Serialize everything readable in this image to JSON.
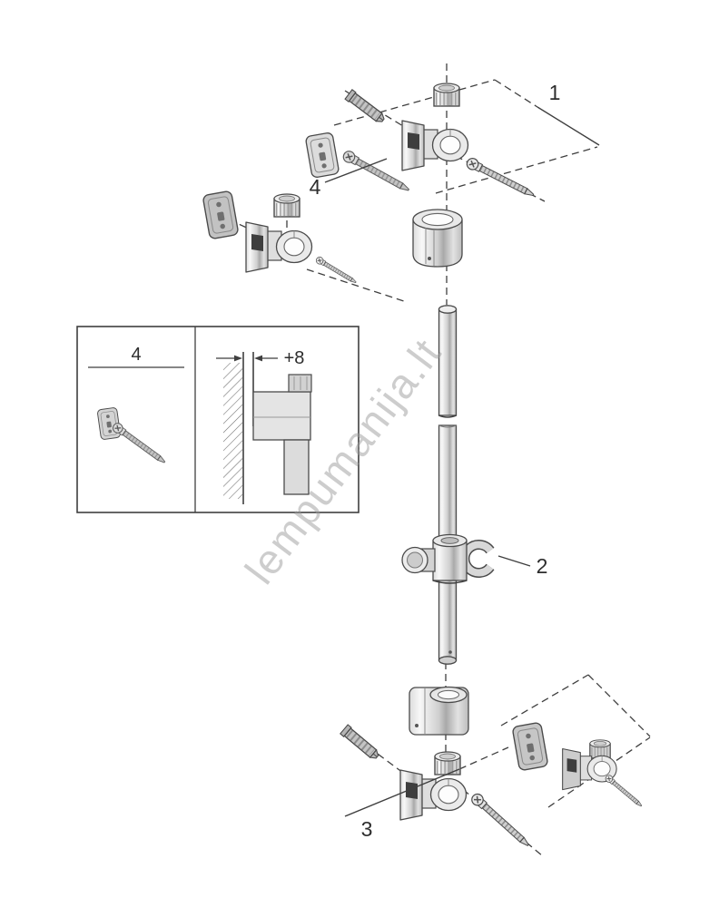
{
  "diagram": {
    "type": "exploded-parts-diagram",
    "subject": "shower slide bar with wall brackets, glider and fixings",
    "watermark": "lempumanija.lt",
    "callouts": {
      "one": "1",
      "two": "2",
      "three": "3",
      "four": "4"
    },
    "inset": {
      "label": "4",
      "dimension": "+8"
    }
  },
  "colors": {
    "background": "#ffffff",
    "line": "#3f3f3f",
    "text": "#2d2d2d",
    "chrome-light": "#f3f3f3",
    "chrome-dark": "#9a9a9a",
    "part-gray": "#c9c9c9",
    "hole-dark": "#3e3e3e",
    "watermark": "#9c9c9c"
  }
}
